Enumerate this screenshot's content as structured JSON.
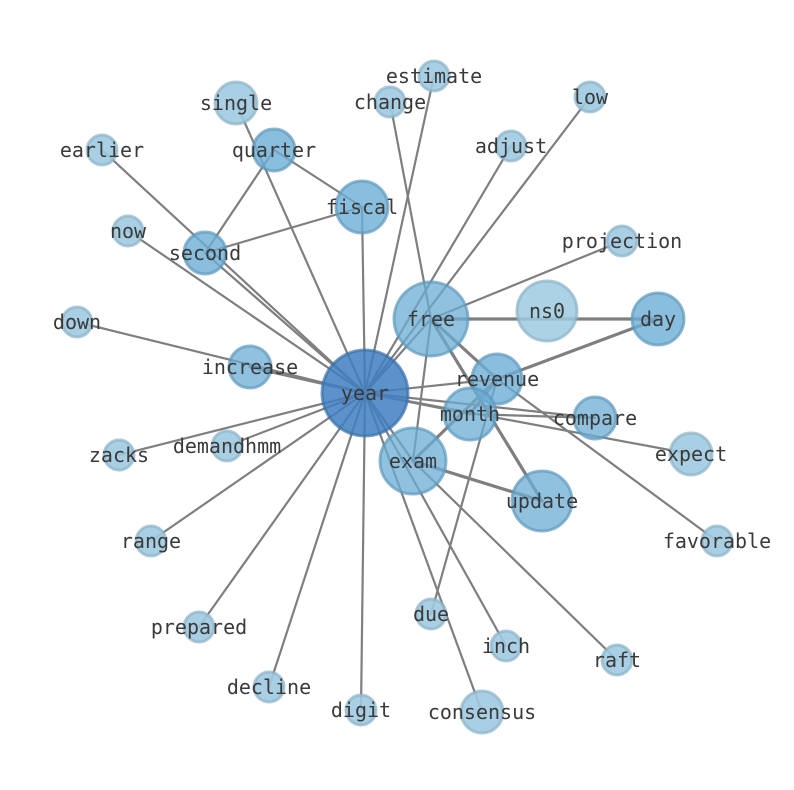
{
  "colors": {
    "background": "#ffffff",
    "edge": "#7f7f7f",
    "node_light": "#9ecae1",
    "node_mid": "#6baed6",
    "node_dark": "#3f7fc0",
    "label": "#3a3a3a"
  },
  "nodes": [
    {
      "id": "year",
      "label": "year",
      "weight": 10
    },
    {
      "id": "revenue",
      "label": "revenue",
      "weight": 5
    },
    {
      "id": "free",
      "label": "free",
      "weight": 6
    },
    {
      "id": "ns0",
      "label": "ns0",
      "weight": 5
    },
    {
      "id": "day",
      "label": "day",
      "weight": 4
    },
    {
      "id": "month",
      "label": "month",
      "weight": 4
    },
    {
      "id": "exam",
      "label": "exam",
      "weight": 6
    },
    {
      "id": "update",
      "label": "update",
      "weight": 5
    },
    {
      "id": "compare",
      "label": "compare",
      "weight": 3
    },
    {
      "id": "fiscal",
      "label": "fiscal",
      "weight": 4
    },
    {
      "id": "quarter",
      "label": "quarter",
      "weight": 3
    },
    {
      "id": "second",
      "label": "second",
      "weight": 3
    },
    {
      "id": "increase",
      "label": "increase",
      "weight": 3
    },
    {
      "id": "single",
      "label": "single",
      "weight": 3
    },
    {
      "id": "estimate",
      "label": "estimate",
      "weight": 2
    },
    {
      "id": "change",
      "label": "change",
      "weight": 2
    },
    {
      "id": "low",
      "label": "low",
      "weight": 2
    },
    {
      "id": "adjust",
      "label": "adjust",
      "weight": 2
    },
    {
      "id": "projection",
      "label": "projection",
      "weight": 2
    },
    {
      "id": "earlier",
      "label": "earlier",
      "weight": 2
    },
    {
      "id": "now",
      "label": "now",
      "weight": 2
    },
    {
      "id": "down",
      "label": "down",
      "weight": 2
    },
    {
      "id": "zacks",
      "label": "zacks",
      "weight": 2
    },
    {
      "id": "demandhmm",
      "label": "demandhmm",
      "weight": 2
    },
    {
      "id": "range",
      "label": "range",
      "weight": 2
    },
    {
      "id": "prepared",
      "label": "prepared",
      "weight": 2
    },
    {
      "id": "decline",
      "label": "decline",
      "weight": 2
    },
    {
      "id": "digit",
      "label": "digit",
      "weight": 2
    },
    {
      "id": "consensus",
      "label": "consensus",
      "weight": 3
    },
    {
      "id": "due",
      "label": "due",
      "weight": 2
    },
    {
      "id": "inch",
      "label": "inch",
      "weight": 2
    },
    {
      "id": "raft",
      "label": "raft",
      "weight": 2
    },
    {
      "id": "favorable",
      "label": "favorable",
      "weight": 2
    },
    {
      "id": "expect",
      "label": "expect",
      "weight": 3
    }
  ],
  "edges": [
    {
      "source": "year",
      "target": "revenue",
      "weight": 2
    },
    {
      "source": "year",
      "target": "free",
      "weight": 2
    },
    {
      "source": "year",
      "target": "month",
      "weight": 2
    },
    {
      "source": "year",
      "target": "exam",
      "weight": 2
    },
    {
      "source": "year",
      "target": "fiscal",
      "weight": 2
    },
    {
      "source": "year",
      "target": "second",
      "weight": 2
    },
    {
      "source": "year",
      "target": "increase",
      "weight": 3
    },
    {
      "source": "year",
      "target": "single",
      "weight": 2
    },
    {
      "source": "year",
      "target": "estimate",
      "weight": 2
    },
    {
      "source": "year",
      "target": "now",
      "weight": 2
    },
    {
      "source": "year",
      "target": "down",
      "weight": 2
    },
    {
      "source": "year",
      "target": "zacks",
      "weight": 2
    },
    {
      "source": "year",
      "target": "demandhmm",
      "weight": 2
    },
    {
      "source": "year",
      "target": "range",
      "weight": 2
    },
    {
      "source": "year",
      "target": "prepared",
      "weight": 2
    },
    {
      "source": "year",
      "target": "decline",
      "weight": 2
    },
    {
      "source": "year",
      "target": "digit",
      "weight": 2
    },
    {
      "source": "year",
      "target": "consensus",
      "weight": 2
    },
    {
      "source": "year",
      "target": "inch",
      "weight": 2
    },
    {
      "source": "year",
      "target": "compare",
      "weight": 2
    },
    {
      "source": "year",
      "target": "expect",
      "weight": 2
    },
    {
      "source": "year",
      "target": "low",
      "weight": 2
    },
    {
      "source": "year",
      "target": "adjust",
      "weight": 2
    },
    {
      "source": "year",
      "target": "earlier",
      "weight": 2
    },
    {
      "source": "free",
      "target": "day",
      "weight": 3
    },
    {
      "source": "free",
      "target": "revenue",
      "weight": 3
    },
    {
      "source": "free",
      "target": "update",
      "weight": 3
    },
    {
      "source": "free",
      "target": "change",
      "weight": 2
    },
    {
      "source": "free",
      "target": "projection",
      "weight": 2
    },
    {
      "source": "revenue",
      "target": "day",
      "weight": 3
    },
    {
      "source": "revenue",
      "target": "exam",
      "weight": 3
    },
    {
      "source": "revenue",
      "target": "month",
      "weight": 3
    },
    {
      "source": "revenue",
      "target": "due",
      "weight": 2
    },
    {
      "source": "revenue",
      "target": "favorable",
      "weight": 2
    },
    {
      "source": "month",
      "target": "compare",
      "weight": 2
    },
    {
      "source": "exam",
      "target": "update",
      "weight": 3
    },
    {
      "source": "exam",
      "target": "raft",
      "weight": 2
    },
    {
      "source": "exam",
      "target": "free",
      "weight": 2
    },
    {
      "source": "second",
      "target": "quarter",
      "weight": 2
    },
    {
      "source": "second",
      "target": "fiscal",
      "weight": 2
    },
    {
      "source": "quarter",
      "target": "fiscal",
      "weight": 2
    }
  ]
}
